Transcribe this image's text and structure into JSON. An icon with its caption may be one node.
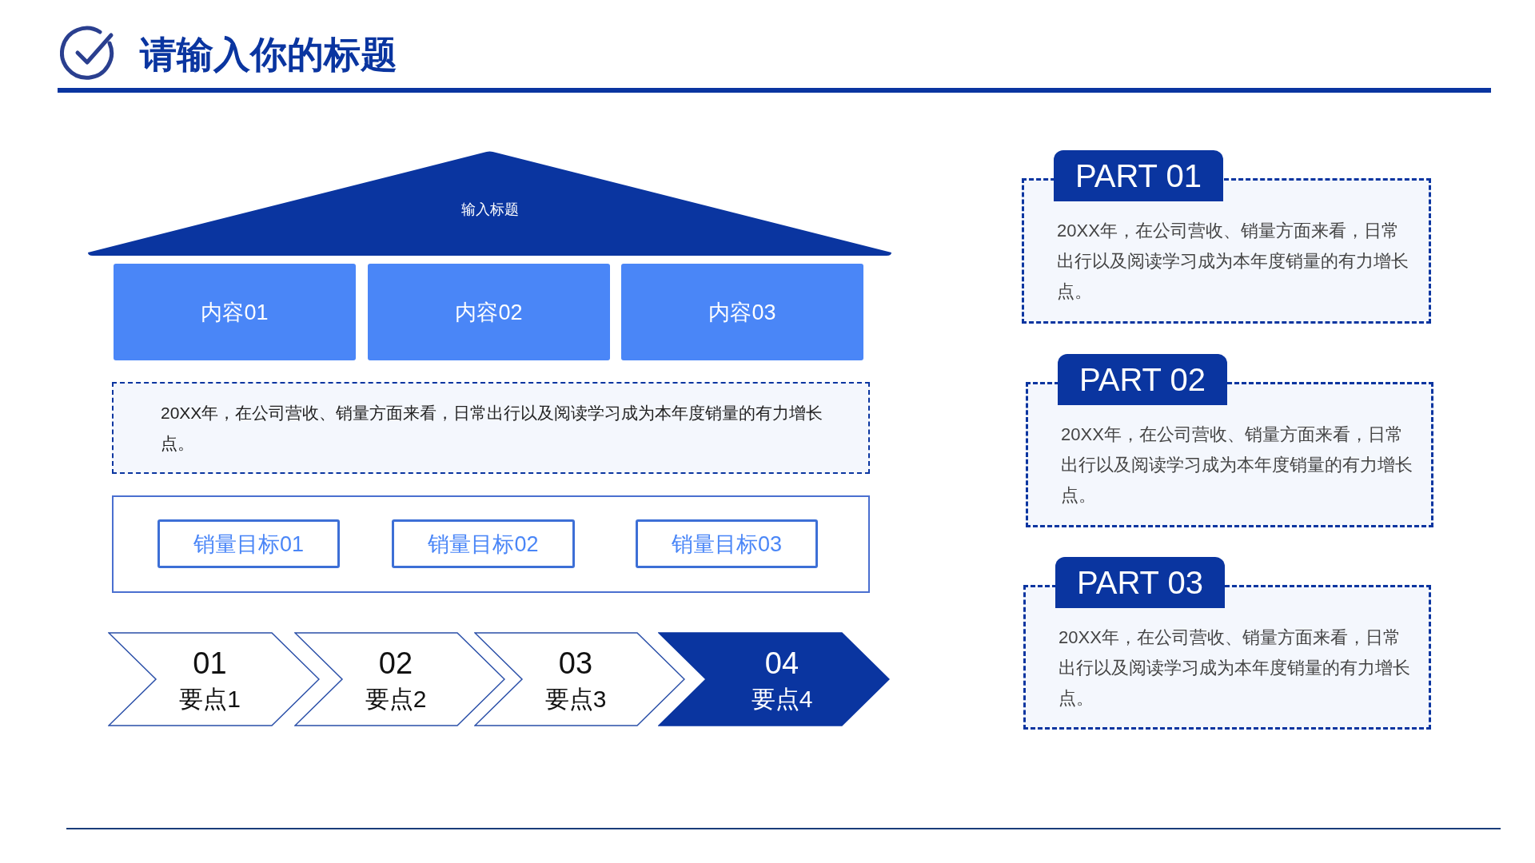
{
  "diagram": {
    "title": "请输入你的标题",
    "nodes": [
      {
        "text": [
          "输入标题"
        ]
      },
      {
        "text": [
          "内容01"
        ]
      },
      {
        "text": [
          "内容02"
        ]
      },
      {
        "text": [
          "内容03"
        ]
      },
      {
        "text": [
          "20XX年，在公司营收、销量方面来看，日常出行以及阅读学习成为本年度销量的有力增长点。"
        ]
      },
      {
        "text": [],
        "shape": "box"
      },
      {
        "text": [
          "销量目标01"
        ],
        "in": 5
      },
      {
        "text": [
          "销量目标02"
        ],
        "in": 5
      },
      {
        "text": [
          "销量目标03"
        ],
        "in": 5
      },
      {
        "text": [
          "01",
          "要点1"
        ]
      },
      {
        "text": [
          "02",
          "要点2"
        ]
      },
      {
        "text": [
          "03",
          "要点3"
        ]
      },
      {
        "text": [
          "04",
          "要点4"
        ]
      },
      {
        "text": [
          "PART 01",
          "20XX年，在公司营收、销量方面来看，日常出行以及阅读学习成为本年度销量的有力增长点。"
        ]
      },
      {
        "text": [
          "PART 02",
          "20XX年，在公司营收、销量方面来看，日常出行以及阅读学习成为本年度销量的有力增长点。"
        ]
      },
      {
        "text": [
          "PART 03",
          "20XX年，在公司营收、销量方面来看，日常出行以及阅读学习成为本年度销量的有力增长点。"
        ]
      }
    ]
  }
}
